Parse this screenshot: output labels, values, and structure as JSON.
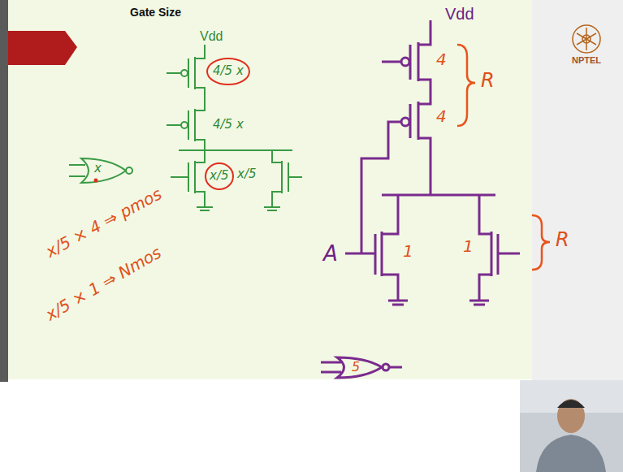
{
  "diagram": {
    "title": "Gate Size",
    "labels": [
      "Vdd",
      "x",
      "4/5 x",
      "4/5 x",
      "x/5",
      "x/5",
      "x/5 × 4 ⇒ pmos",
      "x/5 × 1 ⇒ Nmos",
      "Vdd",
      "4",
      "4",
      "1",
      "1",
      "R",
      "R",
      "A",
      "5",
      "NPTEL"
    ]
  }
}
